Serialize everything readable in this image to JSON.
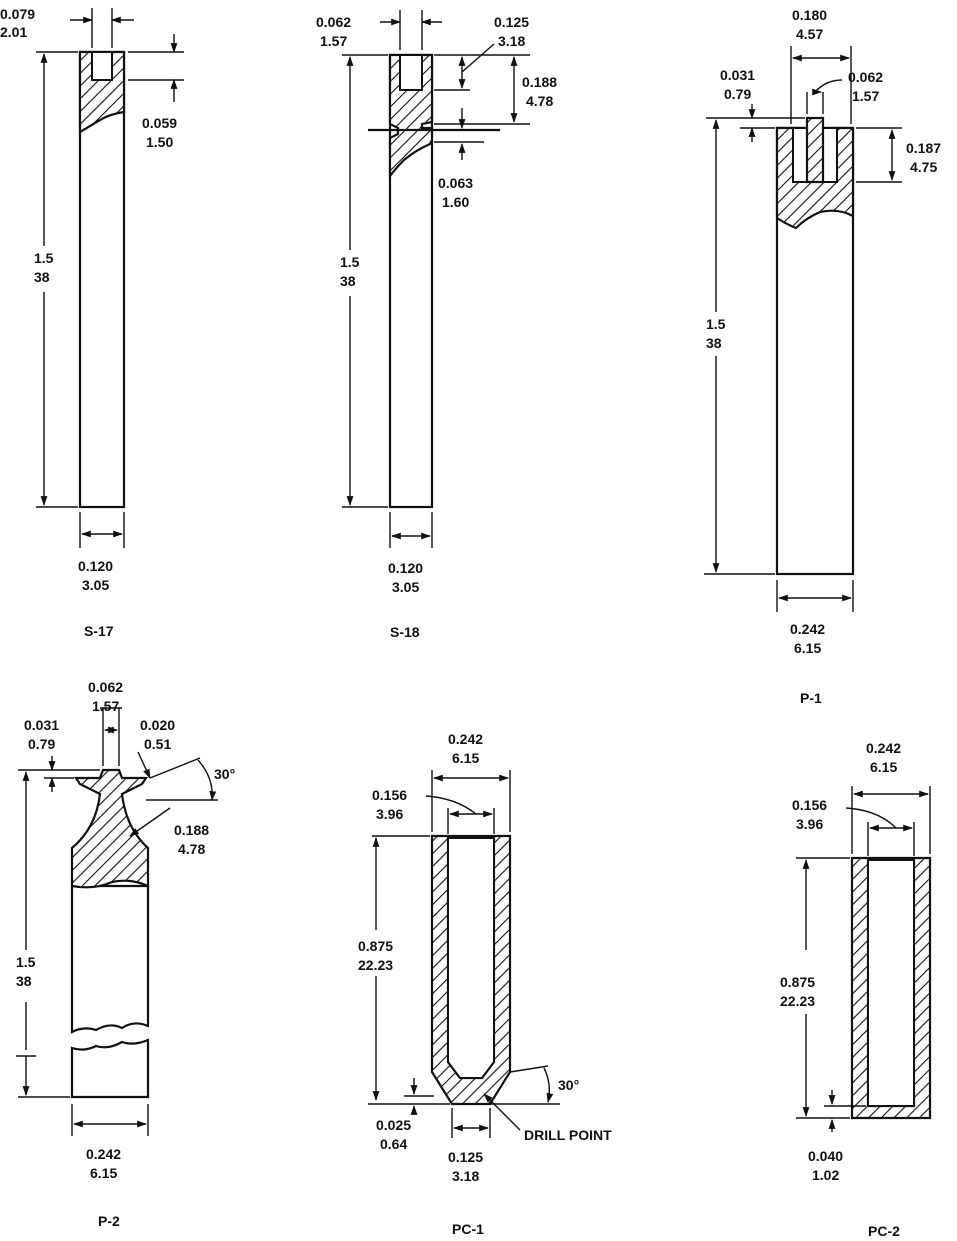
{
  "specimens": {
    "s17": {
      "caption": "S-17",
      "slot_width": [
        "0.079",
        "2.01"
      ],
      "slot_depth": [
        "0.059",
        "1.50"
      ],
      "length": [
        "1.5",
        "38"
      ],
      "width": [
        "0.120",
        "3.05"
      ]
    },
    "s18": {
      "caption": "S-18",
      "slot_width": [
        "0.062",
        "1.57"
      ],
      "slot_depth": [
        "0.125",
        "3.18"
      ],
      "head_depth": [
        "0.188",
        "4.78"
      ],
      "neck": [
        "0.063",
        "1.60"
      ],
      "length": [
        "1.5",
        "38"
      ],
      "width": [
        "0.120",
        "3.05"
      ]
    },
    "p1": {
      "caption": "P-1",
      "outer_slot": [
        "0.180",
        "4.57"
      ],
      "pin_width": [
        "0.062",
        "1.57"
      ],
      "pin_protrusion": [
        "0.031",
        "0.79"
      ],
      "slot_depth": [
        "0.187",
        "4.75"
      ],
      "length": [
        "1.5",
        "38"
      ],
      "width": [
        "0.242",
        "6.15"
      ]
    },
    "p2": {
      "caption": "P-2",
      "tip_width": [
        "0.062",
        "1.57"
      ],
      "tip_height": [
        "0.031",
        "0.79"
      ],
      "lip": [
        "0.020",
        "0.51"
      ],
      "angle": "30°",
      "radius": [
        "0.188",
        "4.78"
      ],
      "length": [
        "1.5",
        "38"
      ],
      "width": [
        "0.242",
        "6.15"
      ]
    },
    "pc1": {
      "caption": "PC-1",
      "outer_width": [
        "0.242",
        "6.15"
      ],
      "bore": [
        "0.156",
        "3.96"
      ],
      "depth": [
        "0.875",
        "22.23"
      ],
      "angle": "30°",
      "bottom": [
        "0.025",
        "0.64"
      ],
      "hole": [
        "0.125",
        "3.18"
      ],
      "note": "DRILL POINT"
    },
    "pc2": {
      "caption": "PC-2",
      "outer_width": [
        "0.242",
        "6.15"
      ],
      "bore": [
        "0.156",
        "3.96"
      ],
      "depth": [
        "0.875",
        "22.23"
      ],
      "bottom": [
        "0.040",
        "1.02"
      ]
    }
  }
}
